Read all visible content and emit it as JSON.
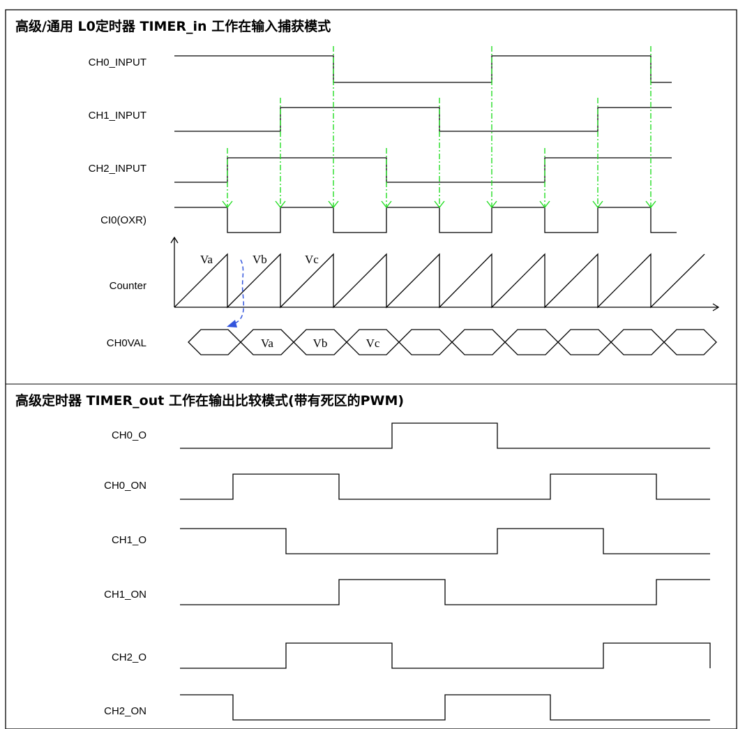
{
  "section_in": {
    "title": "高级/通用 L0定时器 TIMER_in 工作在输入捕获模式",
    "signals": [
      "CH0_INPUT",
      "CH1_INPUT",
      "CH2_INPUT",
      "CI0(OXR)"
    ],
    "counter_label": "Counter",
    "chval_label": "CH0VAL",
    "counter_values": [
      "Va",
      "Vb",
      "Vc"
    ],
    "chval_cells": [
      "",
      "Va",
      "Vb",
      "Vc",
      "",
      "",
      "",
      "",
      "",
      ""
    ]
  },
  "section_out": {
    "title": "高级定时器 TIMER_out 工作在输出比较模式(带有死区的PWM)",
    "signals": [
      "CH0_O",
      "CH0_ON",
      "CH1_O",
      "CH1_ON",
      "CH2_O",
      "CH2_ON"
    ]
  },
  "colors": {
    "edge_marker": "#22dd22",
    "transfer_arrow": "#3355dd",
    "signal": "#000000"
  }
}
